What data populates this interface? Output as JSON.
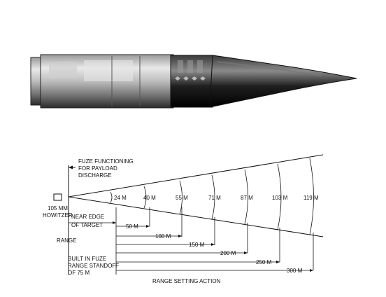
{
  "diagram": {
    "labels": {
      "fuze_functioning_1": "FUZE FUNCTIONING",
      "fuze_functioning_2": "FOR PAYLOAD",
      "fuze_functioning_3": "DISCHARGE",
      "howitzer_1": "105 MM",
      "howitzer_2": "HOWITZER",
      "near_edge_1": "NEAR EDGE",
      "near_edge_2": "OF TARGET",
      "range": "RANGE",
      "standoff_1": "BUILT IN FUZE",
      "standoff_2": "RANGE STANDOFF",
      "standoff_3": "OF 75 M",
      "range_setting_action": "RANGE SETTING ACTION"
    },
    "widths": [
      "24 M",
      "40 M",
      "55 M",
      "71 M",
      "87 M",
      "103 M",
      "119 M"
    ],
    "ranges": [
      "50 M",
      "100 M",
      "150 M",
      "200 M",
      "250 M",
      "300 M"
    ]
  },
  "colors": {
    "ink": "#111111",
    "projectile_dark": "#1a1a1a",
    "projectile_light": "#d8d8d8"
  }
}
